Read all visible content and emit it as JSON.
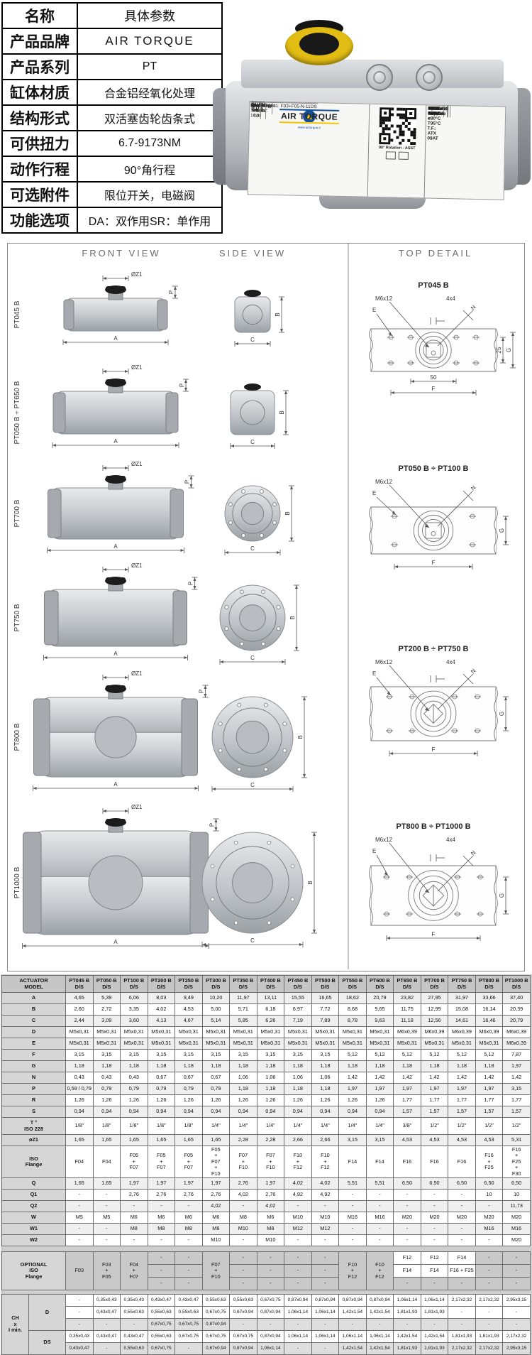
{
  "spec_table": {
    "rows": [
      {
        "label": "名称",
        "value": "具体参数"
      },
      {
        "label": "产品品牌",
        "value": "AIR TORQUE"
      },
      {
        "label": "产品系列",
        "value": "PT"
      },
      {
        "label": "缸体材质",
        "value": "合金铝经氧化处理"
      },
      {
        "label": "结构形式",
        "value": "双活塞齿轮齿条式"
      },
      {
        "label": "可供扭力",
        "value": "6.7-9173NM"
      },
      {
        "label": "动作行程",
        "value": "90°角行程"
      },
      {
        "label": "可选附件",
        "value": "限位开关，电磁阀"
      },
      {
        "label": "功能选项",
        "value": "DA：双作用SR：单作用"
      }
    ]
  },
  "photo_label": {
    "brand": "AIR TORQUE",
    "website": "www.airtorque.it",
    "model_key": "Model/Type:",
    "model_val": "PT050 B D A",
    "iso_line": "EN ISO 5211: F03+F05-N-11DS",
    "press_key": "Operating Press.:",
    "press_val": "Maximum 8 bar",
    "torque_key": "Torque at 5,5 bar",
    "max_cell": "Max Nm\n16,3",
    "min_cell": "Min. Nm",
    "rotation": "90° Rotation - ASST",
    "fields": [
      {
        "k": "Operating Temp :",
        "v": "-40°C to +80°C"
      },
      {
        "k": "Ancillary Attach.:",
        "v": "AA1"
      },
      {
        "k": "Pressure Conn.:",
        "v": "G 1/8\""
      },
      {
        "k": "ATEX 94/9/EC:",
        "v": "II 2GD c T95°C\nT.F.: ATX 09AT"
      },
      {
        "k": "IEC 61508:",
        "v": "SIL 3 - Capable"
      },
      {
        "k": "Serial Number:",
        "v": "16095678"
      }
    ]
  },
  "drawings": {
    "front_header": "FRONT VIEW",
    "side_header": "SIDE VIEW",
    "top_header": "TOP DETAIL",
    "front_rows": [
      "PT045 B",
      "PT050 B ÷ PT650 B",
      "PT700 B",
      "PT750 B",
      "PT800 B",
      "PT1000 B"
    ],
    "dims": {
      "a": "A",
      "b": "B",
      "c": "C",
      "p": "P",
      "z1": "ØZ1"
    },
    "top_panels": [
      {
        "title": "PT045 B",
        "bolt": "M6x12",
        "square": "4x4",
        "e": "E",
        "n": "N",
        "g": "G",
        "f": "F",
        "inner_v": "25",
        "inner_h": "50"
      },
      {
        "title": "PT050 B ÷ PT100 B",
        "bolt": "M6x12",
        "square": "",
        "e": "E",
        "n": "N",
        "g": "G",
        "f": "F",
        "inner_v": "",
        "inner_h": ""
      },
      {
        "title": "PT200 B ÷ PT750 B",
        "bolt": "M6x12",
        "square": "4x4",
        "e": "E",
        "n": "N",
        "g": "G",
        "f": "F",
        "inner_v": "",
        "inner_h": ""
      },
      {
        "title": "PT800 B ÷ PT1000 B",
        "bolt": "M6x12",
        "square": "4x4",
        "e": "E",
        "n": "N",
        "g": "G",
        "f": "F",
        "inner_v": "",
        "inner_h": ""
      }
    ]
  },
  "table": {
    "corner": "ACTUATOR\nMODEL",
    "sub": "D/S",
    "models": [
      "PT045 B",
      "PT050 B",
      "PT100 B",
      "PT200 B",
      "PT250 B",
      "PT300 B",
      "PT350 B",
      "PT400 B",
      "PT450 B",
      "PT500 B",
      "PT550 B",
      "PT600 B",
      "PT650 B",
      "PT700 B",
      "PT750 B",
      "PT800 B",
      "PT1000 B"
    ],
    "rows": [
      {
        "label": "A",
        "values": [
          "4,65",
          "5,39",
          "6,06",
          "8,03",
          "9,49",
          "10,20",
          "11,97",
          "13,11",
          "15,55",
          "16,65",
          "18,62",
          "20,79",
          "23,82",
          "27,95",
          "31,97",
          "33,66",
          "37,40"
        ]
      },
      {
        "label": "B",
        "values": [
          "2,60",
          "2,72",
          "3,35",
          "4,02",
          "4,53",
          "5,00",
          "5,71",
          "6,18",
          "6,97",
          "7,72",
          "8,68",
          "9,65",
          "11,75",
          "12,99",
          "15,08",
          "16,14",
          "20,39"
        ]
      },
      {
        "label": "C",
        "values": [
          "2,44",
          "3,09",
          "3,60",
          "4,13",
          "4,67",
          "5,14",
          "5,85",
          "6,26",
          "7,19",
          "7,89",
          "8,78",
          "9,63",
          "11,18",
          "12,56",
          "14,61",
          "16,46",
          "20,79"
        ]
      },
      {
        "label": "D",
        "values": [
          "M5x0,31",
          "M5x0,31",
          "M5x0,31",
          "M5x0,31",
          "M5x0,31",
          "M5x0,31",
          "M5x0,31",
          "M5x0,31",
          "M5x0,31",
          "M5x0,31",
          "M5x0,31",
          "M5x0,31",
          "M6x0,39",
          "M6x0,39",
          "M6x0,39",
          "M6x0,39",
          "M6x0,39"
        ]
      },
      {
        "label": "E",
        "values": [
          "M5x0,31",
          "M5x0,31",
          "M5x0,31",
          "M5x0,31",
          "M5x0,31",
          "M5x0,31",
          "M5x0,31",
          "M5x0,31",
          "M5x0,31",
          "M5x0,31",
          "M5x0,31",
          "M5x0,31",
          "M5x0,31",
          "M5x0,31",
          "M5x0,31",
          "M5x0,31",
          "M6x0,39"
        ]
      },
      {
        "label": "F",
        "values": [
          "3,15",
          "3,15",
          "3,15",
          "3,15",
          "3,15",
          "3,15",
          "3,15",
          "3,15",
          "3,15",
          "3,15",
          "5,12",
          "5,12",
          "5,12",
          "5,12",
          "5,12",
          "5,12",
          "7,87"
        ]
      },
      {
        "label": "G",
        "values": [
          "1,18",
          "1,18",
          "1,18",
          "1,18",
          "1,18",
          "1,18",
          "1,18",
          "1,18",
          "1,18",
          "1,18",
          "1,18",
          "1,18",
          "1,18",
          "1,18",
          "1,18",
          "1,18",
          "1,97"
        ]
      },
      {
        "label": "N",
        "values": [
          "0,43",
          "0,43",
          "0,43",
          "0,67",
          "0,67",
          "0,67",
          "1,06",
          "1,06",
          "1,06",
          "1,06",
          "1,42",
          "1,42",
          "1,42",
          "1,42",
          "1,42",
          "1,42",
          "1,42"
        ]
      },
      {
        "label": "P",
        "values": [
          "0,59 / 0,79",
          "0,79",
          "0,79",
          "0,79",
          "0,79",
          "0,79",
          "1,18",
          "1,18",
          "1,18",
          "1,18",
          "1,97",
          "1,97",
          "1,97",
          "1,97",
          "1,97",
          "1,97",
          "3,15"
        ]
      },
      {
        "label": "R",
        "values": [
          "1,26",
          "1,26",
          "1,26",
          "1,26",
          "1,26",
          "1,26",
          "1,26",
          "1,26",
          "1,26",
          "1,26",
          "1,26",
          "1,26",
          "1,77",
          "1,77",
          "1,77",
          "1,77",
          "1,77"
        ]
      },
      {
        "label": "S",
        "values": [
          "0,94",
          "0,94",
          "0,94",
          "0,94",
          "0,94",
          "0,94",
          "0,94",
          "0,94",
          "0,94",
          "0,94",
          "0,94",
          "0,94",
          "1,57",
          "1,57",
          "1,57",
          "1,57",
          "1,57"
        ]
      },
      {
        "label": "T °\nISO 228",
        "values": [
          "1/8\"",
          "1/8\"",
          "1/8\"",
          "1/8\"",
          "1/8\"",
          "1/4\"",
          "1/4\"",
          "1/4\"",
          "1/4\"",
          "1/4\"",
          "1/4\"",
          "1/4\"",
          "3/8\"",
          "1/2\"",
          "1/2\"",
          "1/2\"",
          "1/2\""
        ]
      },
      {
        "label": "øZ1",
        "values": [
          "1,65",
          "1,65",
          "1,65",
          "1,65",
          "1,65",
          "1,65",
          "2,28",
          "2,28",
          "2,66",
          "2,66",
          "3,15",
          "3,15",
          "4,53",
          "4,53",
          "4,53",
          "4,53",
          "5,31"
        ]
      },
      {
        "label": "ISO\nFlange",
        "values": [
          "F04",
          "F04",
          "F05\n+\nF07",
          "F05\n+\nF07",
          "F05\n+\nF07",
          "F05\n+\nF07\n+\nF10",
          "F07\n+\nF10",
          "F07\n+\nF10",
          "F10\n+\nF12",
          "F10\n+\nF12",
          "F14",
          "F14",
          "F16",
          "F16",
          "F16",
          "F16\n+\nF25",
          "F16\n+\nF25\n+\nF30"
        ]
      },
      {
        "label": "Q",
        "values": [
          "1,65",
          "1,65",
          "1,97",
          "1,97",
          "1,97",
          "1,97",
          "2,76",
          "1,97",
          "4,02",
          "4,02",
          "5,51",
          "5,51",
          "6,50",
          "6,50",
          "6,50",
          "6,50",
          "6,50"
        ]
      },
      {
        "label": "Q1",
        "values": [
          "-",
          "-",
          "2,76",
          "2,76",
          "2,76",
          "2,76",
          "4,02",
          "2,76",
          "4,92",
          "4,92",
          "-",
          "-",
          "-",
          "-",
          "-",
          "10",
          "10"
        ]
      },
      {
        "label": "Q2",
        "values": [
          "-",
          "-",
          "-",
          "-",
          "-",
          "4,02",
          "-",
          "4,02",
          "-",
          "-",
          "-",
          "-",
          "-",
          "-",
          "-",
          "-",
          "11,73"
        ]
      },
      {
        "label": "W",
        "values": [
          "M5",
          "M5",
          "M6",
          "M6",
          "M6",
          "M6",
          "M8",
          "M6",
          "M10",
          "M10",
          "M16",
          "M16",
          "M20",
          "M20",
          "M20",
          "M20",
          "M20"
        ]
      },
      {
        "label": "W1",
        "values": [
          "-",
          "-",
          "M8",
          "M8",
          "M8",
          "M8",
          "M10",
          "M8",
          "M12",
          "M12",
          "-",
          "-",
          "-",
          "-",
          "-",
          "M16",
          "M16"
        ]
      },
      {
        "label": "W2",
        "values": [
          "-",
          "-",
          "-",
          "-",
          "-",
          "M10",
          "-",
          "M10",
          "-",
          "-",
          "-",
          "-",
          "-",
          "-",
          "-",
          "-",
          "M20"
        ]
      }
    ],
    "optional": {
      "label": "OPTIONAL\nISO\nFlange",
      "cells": [
        {
          "span": "F03"
        },
        {
          "span": "F03\n+\nF05"
        },
        {
          "span": "F04\n+\nF07"
        },
        {
          "split": [
            "-",
            "-",
            "-"
          ]
        },
        {
          "split": [
            "-",
            "-",
            "-"
          ]
        },
        {
          "span": "F07\n+\nF10"
        },
        {
          "split": [
            "-",
            "-",
            "-"
          ]
        },
        {
          "split": [
            "-",
            "-",
            "-"
          ]
        },
        {
          "split": [
            "-",
            "-",
            "-"
          ]
        },
        {
          "split": [
            "-",
            "-",
            "-"
          ]
        },
        {
          "span": "F10\n+\nF12"
        },
        {
          "span": "F10\n+\nF12"
        },
        {
          "split": [
            "F12",
            "F14",
            "-"
          ]
        },
        {
          "split": [
            "F12",
            "F14",
            "-"
          ]
        },
        {
          "split": [
            "F14",
            "F16 + F25",
            "-"
          ]
        },
        {
          "split": [
            "-",
            "-",
            "-"
          ]
        },
        {
          "split": [
            "-",
            "-",
            "-"
          ]
        }
      ]
    },
    "ch": {
      "label": "CH\nx\nI min.",
      "groups": [
        {
          "label": "D",
          "rows": [
            [
              "-",
              "0,35x0,43",
              "0,35x0,43",
              "0,43x0,47",
              "0,43x0,47",
              "0,55x0,63",
              "0,55x0,63",
              "0,67x0,75",
              "0,87x0,94",
              "0,87x0,94",
              "0,87x0,94",
              "0,87x0,94",
              "1,06x1,14",
              "1,06x1,14",
              "2,17x2,32",
              "2,17x2,32",
              "2,95x3,15"
            ],
            [
              "-",
              "0,43x0,47",
              "0,55x0,63",
              "0,55x0,63",
              "0,55x0,63",
              "0,67x0,75",
              "0,67x0,94",
              "0,87x0,94",
              "1,06x1,14",
              "1,06x1,14",
              "1,42x1,54",
              "1,42x1,54",
              "1,81x1,93",
              "1,81x1,93",
              "-",
              "-",
              "-"
            ],
            [
              "-",
              "-",
              "-",
              "0,67x0,75",
              "0,67x0,75",
              "0,87x0,94",
              "-",
              "-",
              "-",
              "-",
              "-",
              "-",
              "-",
              "-",
              "-",
              "-",
              "-"
            ]
          ]
        },
        {
          "label": "DS",
          "rows": [
            [
              "0,35x0,43",
              "0,43x0,47",
              "0,43x0,47",
              "0,55x0,63",
              "0,67x0,75",
              "0,67x0,75",
              "0,67x0,75",
              "0,87x0,94",
              "1,06x1,14",
              "1,06x1,14",
              "1,06x1,14",
              "1,06x1,14",
              "1,42x1,54",
              "1,42x1,54",
              "1,81x1,93",
              "1,81x1,93",
              "2,17x2,32"
            ],
            [
              "0,43x0,47",
              "-",
              "0,55x0,63",
              "0,67x0,75",
              "-",
              "0,87x0,94",
              "0,87x0,94",
              "1,06x1,14",
              "-",
              "-",
              "1,42x1,54",
              "1,42x1,54",
              "1,81x1,93",
              "1,81x1,93",
              "2,17x2,32",
              "2,17x2,32",
              "2,95x3,15"
            ]
          ]
        }
      ]
    }
  }
}
